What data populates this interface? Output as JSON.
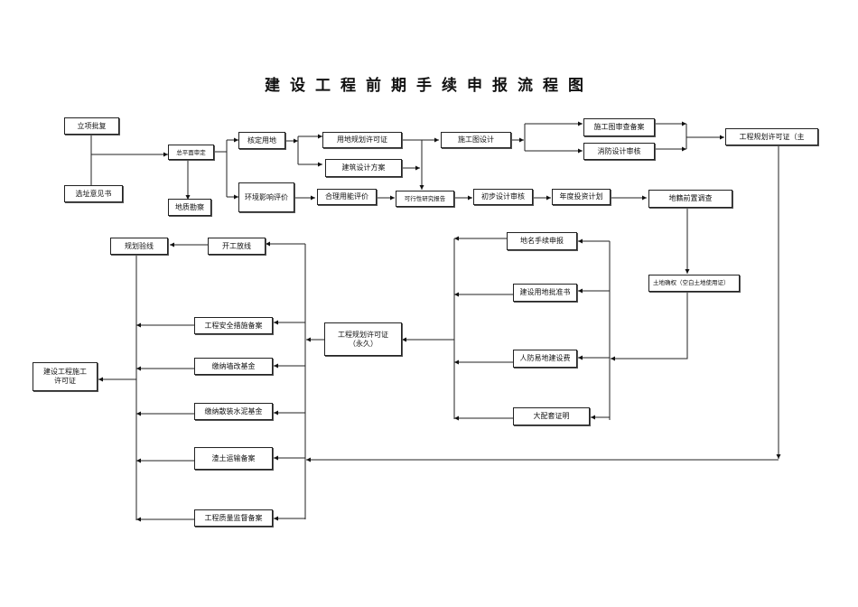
{
  "title": "建设工程前期手续申报流程图",
  "nodes": {
    "lixiang": "立项批复",
    "xuanzhi": "选址意见书",
    "zongping": "总平面审定",
    "dizhi": "地质勘察",
    "heding": "核定用地",
    "huanjing": "环境影响评价",
    "yongdi_guihua": "用地规划许可证",
    "jianzhu_fangan": "建筑设计方案",
    "heli_yongneng": "合理用能评价",
    "kexingxing": "可行性研究报告",
    "shigongtu": "施工图设计",
    "chubu_sheji": "初步设计审核",
    "niandu_touzi": "年度投资计划",
    "shigongtu_shencha": "施工图审查备案",
    "xiaofang": "消防设计审核",
    "gongcheng_guihua_zhu": "工程规划许可证（主",
    "diji": "地籍前置调查",
    "tudi_quequan": "土地确权（空白土地使用证）",
    "diming": "地名手续申报",
    "jianshe_yongdi": "建设用地批准书",
    "renfang": "人防易地建设费",
    "dapeitao": "大配套证明",
    "gongcheng_guihua_yongjiu": "工程规划许可证\n（永久）",
    "kaigong_fangxian": "开工放线",
    "guihua_yanxian": "规划验线",
    "anquan_cuoshi": "工程安全措施备案",
    "qiang_gai": "缴纳墙改基金",
    "sanzhuang_shuini": "缴纳散装水泥基金",
    "zhatu_yunshu": "渣土运输备案",
    "zhiliang_jiandu": "工程质量监督备案",
    "shigong_xuke": "建设工程施工\n许可证"
  }
}
